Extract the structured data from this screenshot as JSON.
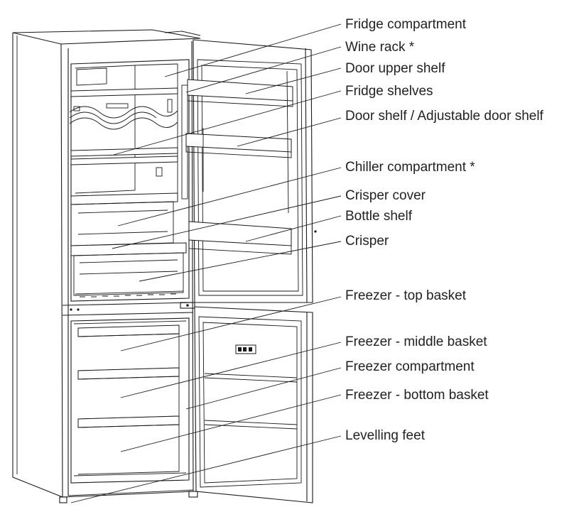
{
  "diagram": {
    "labels": [
      {
        "id": "fridge-compartment",
        "text": "Fridge compartment"
      },
      {
        "id": "wine-rack",
        "text": "Wine rack *"
      },
      {
        "id": "door-upper-shelf",
        "text": "Door upper shelf"
      },
      {
        "id": "fridge-shelves",
        "text": "Fridge shelves"
      },
      {
        "id": "door-shelf",
        "text": "Door shelf / Adjustable door shelf"
      },
      {
        "id": "chiller-compartment",
        "text": "Chiller compartment *"
      },
      {
        "id": "crisper-cover",
        "text": "Crisper cover"
      },
      {
        "id": "bottle-shelf",
        "text": "Bottle shelf"
      },
      {
        "id": "crisper",
        "text": "Crisper"
      },
      {
        "id": "freezer-top-basket",
        "text": "Freezer - top basket"
      },
      {
        "id": "freezer-middle-basket",
        "text": "Freezer - middle basket"
      },
      {
        "id": "freezer-compartment",
        "text": "Freezer compartment"
      },
      {
        "id": "freezer-bottom-basket",
        "text": "Freezer - bottom basket"
      },
      {
        "id": "levelling-feet",
        "text": "Levelling feet"
      }
    ]
  }
}
